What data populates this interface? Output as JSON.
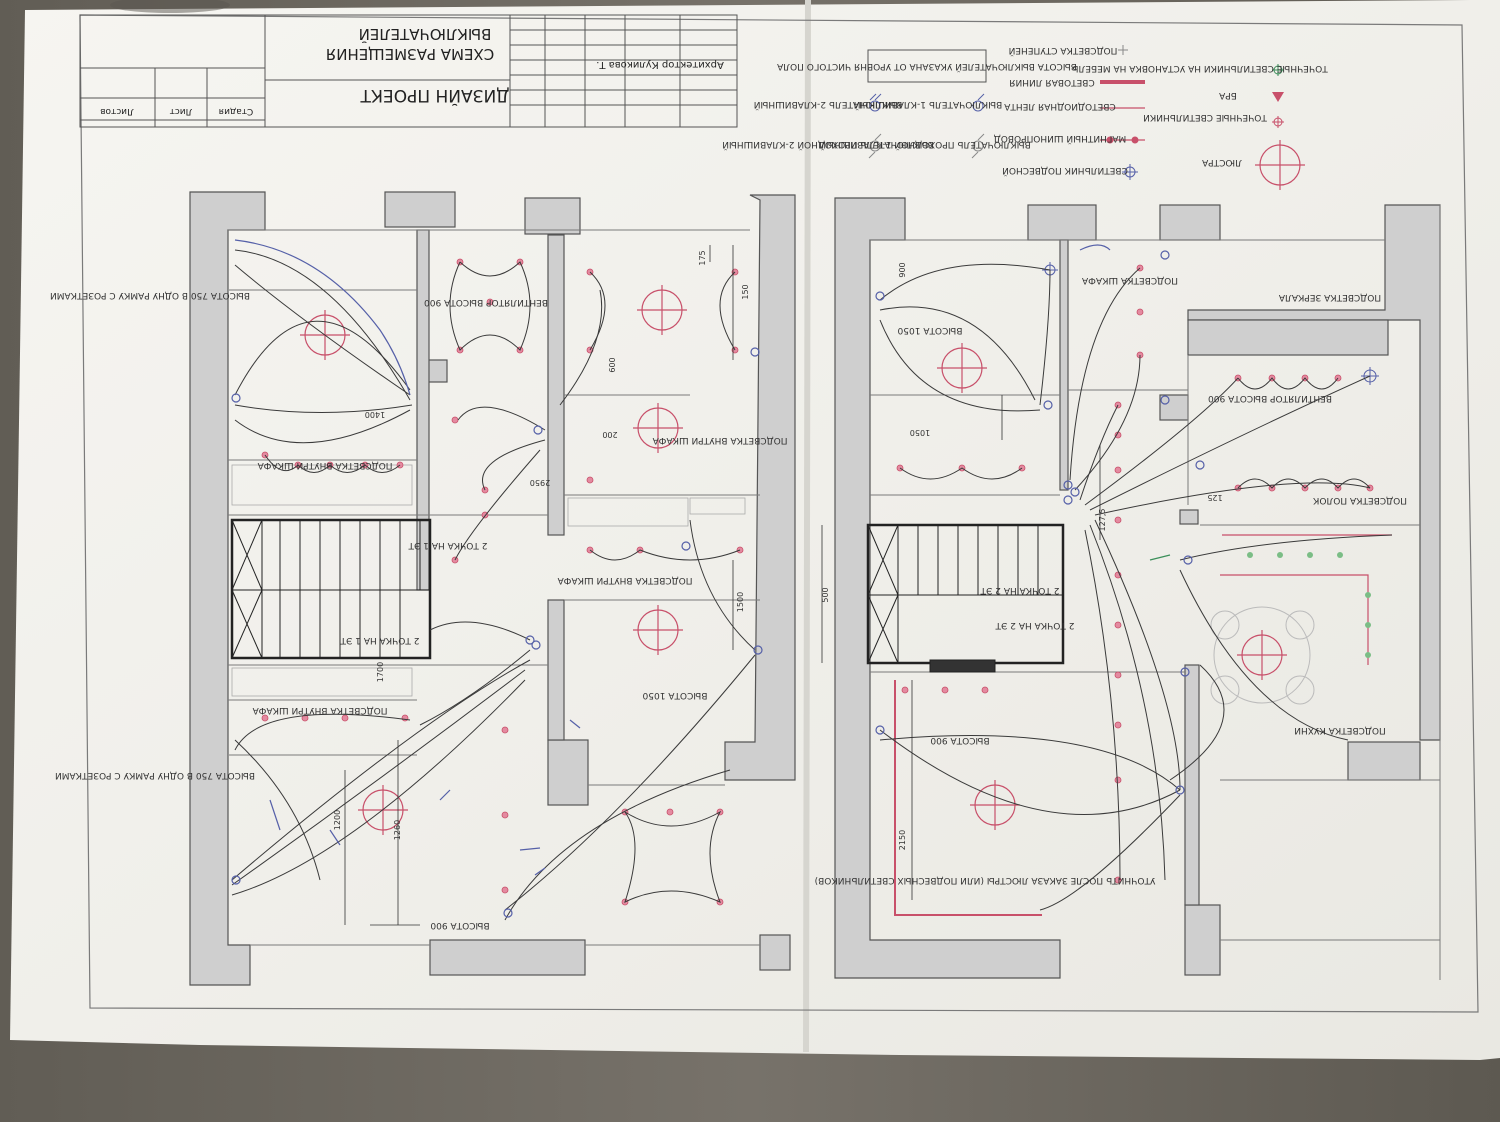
{
  "title_block": {
    "project_title": "ДИЗАЙН ПРОЕКТ",
    "sheet_title_line1": "СХЕМА РАЗМЕЩЕНИЯ",
    "sheet_title_line2": "ВЫКЛЮЧАТЕЛЕЙ",
    "architect": "Архитектор Куликова Т.",
    "col_stage": "Стадия",
    "col_sheet": "Лист",
    "col_sheets": "Листов"
  },
  "legend": {
    "chandelier": "ЛЮСТРА",
    "spot_lights": "ТОЧЕЧНЫЕ СВЕТИЛЬНИКИ",
    "sconce": "БРА",
    "furniture_spots": "ТОЧЕЧНЫЕ СВЕТИЛЬНИКИ НА УСТАНОВКА НА МЕБЕЛЬ",
    "pendant": "СВЕТИЛЬНИК ПОДВЕСНОЙ",
    "magnetic_track": "МАГНИТНЫЙ ШИНОПРОВОД",
    "led_strip": "СВЕТОДИОДНАЯ ЛЕНТА",
    "light_line": "СВЕТОВАЯ ЛИНИЯ",
    "step_light": "ПОДСВЕТКА СТУПЕНЕЙ",
    "switch_height_note": "ВЫСОТА ВЫКЛЮЧАТЕЛЕЙ УКАЗАНА ОТ УРОВНЯ ЧИСТОГО ПОЛА",
    "switch_1key": "ВЫКЛЮЧАТЕЛЬ 1-КЛАВИШНЫЙ",
    "switch_2key": "ВЫКЛЮЧАТЕЛЬ 2-КЛАВИШНЫЙ",
    "pass_switch_1key": "ВЫКЛЮЧАТЕЛЬ ПРОХОДНОЙ 1-КЛАВИШНЫЙ",
    "pass_switch_2key": "ВЫКЛЮЧАТЕЛЬ ПРОХОДНОЙ 2-КЛАВИШНЫЙ"
  },
  "annotations_left": {
    "height_750_top": "ВЫСОТА 750 В ОДНУ РАМКУ С РОЗЕТКАМИ",
    "height_750_bottom": "ВЫСОТА 750 В ОДНУ РАМКУ С РОЗЕТКАМИ",
    "cabinet_light_1": "ПОДСВЕТКА ВНУТРИ ШКАФА",
    "cabinet_light_2": "ПОДСВЕТКА ВНУТРИ ШКАФА",
    "cabinet_light_3": "ПОДСВЕТКА ВНУТРИ ШКАФА",
    "cabinet_light_4": "ПОДСВЕТКА ВНУТРИ ШКАФА",
    "point_2_1": "2 ТОЧКА НА 1 ЭТ",
    "point_2_2": "2 ТОЧКА НА 1 ЭТ",
    "h900": "ВЫСОТА 900",
    "h1050": "ВЫСОТА 1050",
    "vent": "ВЕНТИЛЯТОР ВЫСОТА 900"
  },
  "annotations_right": {
    "cabinet_light": "ПОДСВЕТКА ШКАФА",
    "mirror_light": "ПОДСВЕТКА ЗЕРКАЛА",
    "vent": "ВЕНТИЛЯТОР ВЫСОТА 900",
    "shelf_light": "ПОДСВЕТКА ПОЛОК",
    "kitchen_light": "ПОДСВЕТКА КУХНИ",
    "point_2_1": "2 ТОЧКА НА 2 ЭТ",
    "point_2_2": "2 ТОЧКА НА 2 ЭТ",
    "clarify": "УТОЧНИТЬ ПОСЛЕ ЗАКАЗА ЛЮСТРЫ (ИЛИ ПОДВЕСНЫХ СВЕТИЛЬНИКОВ)",
    "h900": "ВЫСОТА 900",
    "h1050": "ВЫСОТА 1050"
  },
  "dimensions": [
    "900",
    "1050",
    "150",
    "200",
    "1400",
    "1500",
    "1200",
    "1260",
    "1700",
    "600",
    "500",
    "2150",
    "2950",
    "125",
    "127,5",
    "175"
  ],
  "colors": {
    "paper": "#f3f2ee",
    "paper_shadow": "#e4e3de",
    "floor": "#6f6a60",
    "wall": "#cfcfcf",
    "wall_stroke": "#555555",
    "line": "#3a3a3a",
    "red": "#c8506a",
    "blue": "#5560a8"
  }
}
